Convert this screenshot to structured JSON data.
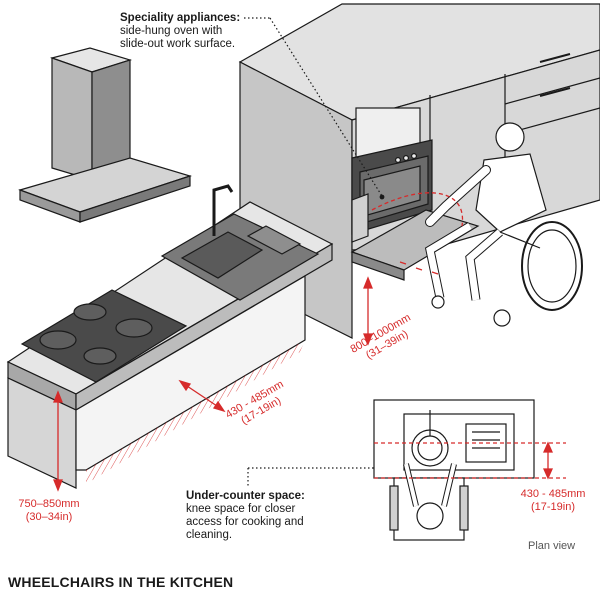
{
  "title": "WHEELCHAIRS IN THE KITCHEN",
  "callouts": {
    "speciality": {
      "heading": "Speciality appliances:",
      "line1": "side-hung oven with",
      "line2": "slide-out work surface."
    },
    "under_counter": {
      "heading": "Under-counter space:",
      "line1": "knee space for closer",
      "line2": "access for cooking and",
      "line3": "cleaning."
    }
  },
  "dimensions": {
    "counter_height": {
      "mm": "750–850mm",
      "in": "(30–34in)"
    },
    "knee_depth": {
      "mm": "430 - 485mm",
      "in": "(17-19in)"
    },
    "oven_height": {
      "mm": "800–1000mm",
      "in": "(31–39in)"
    },
    "plan_depth": {
      "mm": "430 - 485mm",
      "in": "(17-19in)"
    }
  },
  "plan_view_label": "Plan view",
  "colors": {
    "accent": "#d62b2b",
    "line": "#1a1a1a",
    "fill_light": "#dcdcdc",
    "fill_mid": "#c4c4c4",
    "fill_dark": "#9a9a9a"
  }
}
